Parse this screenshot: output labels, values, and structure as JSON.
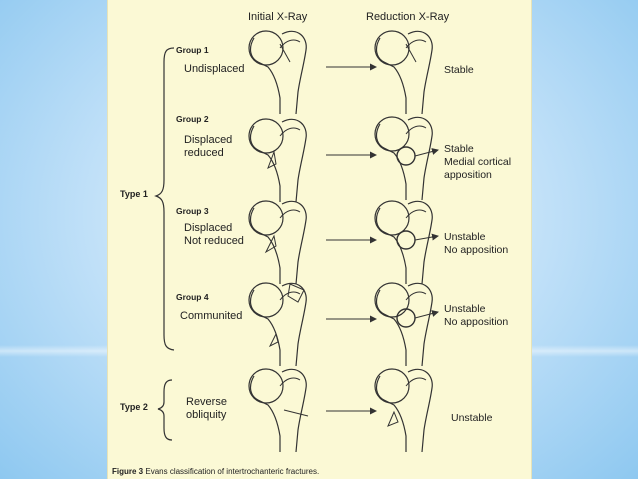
{
  "headers": {
    "initial": "Initial X-Ray",
    "reduction": "Reduction X-Ray"
  },
  "types": {
    "type1": "Type 1",
    "type2": "Type 2"
  },
  "groups": [
    {
      "title": "Group 1",
      "desc": [
        "Undisplaced"
      ],
      "result": [
        "Stable"
      ]
    },
    {
      "title": "Group 2",
      "desc": [
        "Displaced",
        "reduced"
      ],
      "result": [
        "Stable",
        "Medial cortical",
        "apposition"
      ]
    },
    {
      "title": "Group 3",
      "desc": [
        "Displaced",
        "Not reduced"
      ],
      "result": [
        "Unstable",
        "No apposition"
      ]
    },
    {
      "title": "Group 4",
      "desc": [
        "Communited"
      ],
      "result": [
        "Unstable",
        "No apposition"
      ]
    }
  ],
  "type2": {
    "desc": [
      "Reverse",
      "obliquity"
    ],
    "result": [
      "Unstable"
    ]
  },
  "caption": {
    "label": "Figure 3",
    "text": "Evans classification of intertrochanteric fractures."
  }
}
